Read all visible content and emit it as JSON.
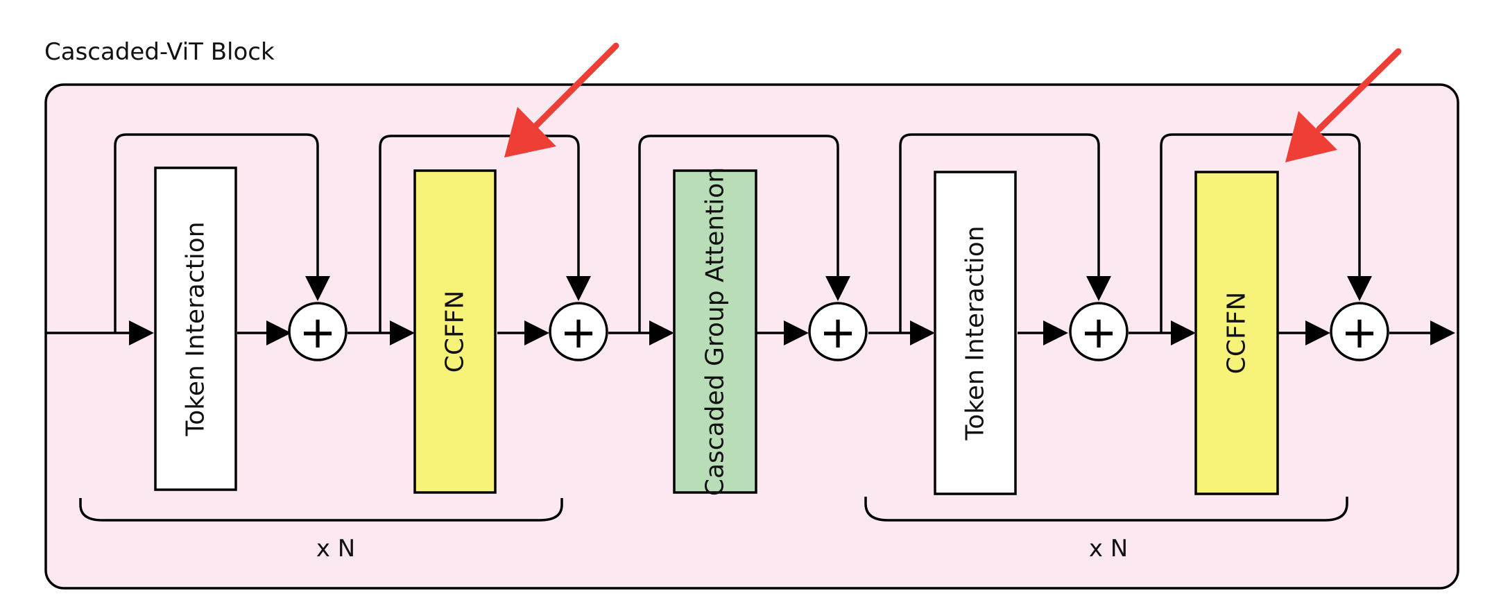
{
  "block": {
    "title": "Cascaded-ViT Block",
    "background_color": "#fce8f0"
  },
  "colors": {
    "token_interaction": "#ffffff",
    "ccffn": "#f7f278",
    "cascaded_group_attention": "#b9ddb6",
    "highlight_arrow": "#ee3e36"
  },
  "modules": [
    {
      "id": "token-interaction-1",
      "label": "Token Interaction",
      "kind": "token_interaction"
    },
    {
      "id": "ccffn-1",
      "label": "CCFFN",
      "kind": "ccffn"
    },
    {
      "id": "cascaded-group-attention",
      "label": "Cascaded Group Attention",
      "kind": "cascaded_group_attention"
    },
    {
      "id": "token-interaction-2",
      "label": "Token Interaction",
      "kind": "token_interaction"
    },
    {
      "id": "ccffn-2",
      "label": "CCFFN",
      "kind": "ccffn"
    }
  ],
  "adder_symbol": "+",
  "repeats": [
    {
      "label": "x N"
    },
    {
      "label": "x N"
    }
  ],
  "highlight_arrows": [
    {
      "target": "ccffn-1",
      "icon": "highlight-arrow-icon"
    },
    {
      "target": "ccffn-2",
      "icon": "highlight-arrow-icon"
    }
  ]
}
